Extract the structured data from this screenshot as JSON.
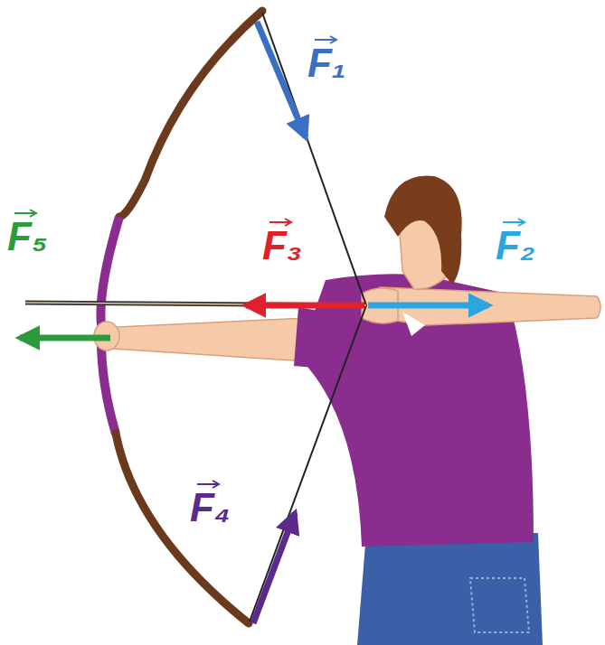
{
  "diagram": {
    "labels": [
      "F₁",
      "F₅",
      "F₃",
      "F₂",
      "F₄"
    ]
  }
}
